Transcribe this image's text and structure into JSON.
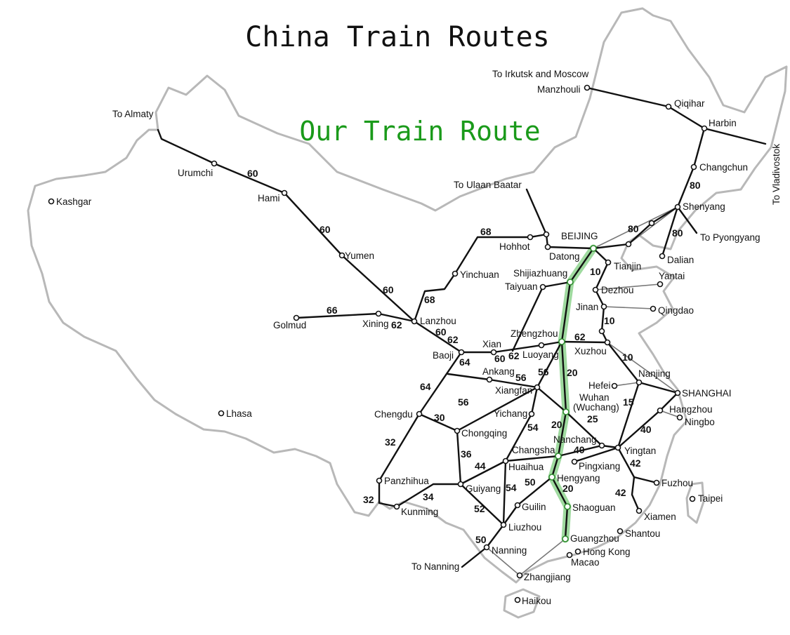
{
  "title": "China Train Routes",
  "subtitle": "Our Train Route",
  "colors": {
    "route_highlight": "#5fc25f",
    "subtitle": "#1a9a1a",
    "border": "#b8b8b8",
    "rail": "#111111"
  },
  "cities": {
    "manzhouli": "Manzhouli",
    "qiqihar": "Qiqihar",
    "harbin": "Harbin",
    "changchun": "Changchun",
    "shenyang": "Shenyang",
    "dalian": "Dalian",
    "beijing": "BEIJING",
    "tianjin": "Tianjin",
    "datong": "Datong",
    "hohhot": "Hohhot",
    "shijiazhuang": "Shijiazhuang",
    "taiyuan": "Taiyuan",
    "dezhou": "Dezhou",
    "jinan": "Jinan",
    "yantai": "Yantai",
    "qingdao": "Qingdao",
    "zhengzhou": "Zhengzhou",
    "luoyang": "Luoyang",
    "xian": "Xian",
    "xuzhou": "Xuzhou",
    "baoji": "Baoji",
    "lanzhou": "Lanzhou",
    "xining": "Xining",
    "golmud": "Golmud",
    "yinchuan": "Yinchuan",
    "yumen": "Yumen",
    "hami": "Hami",
    "urumchi": "Urumchi",
    "kashgar": "Kashgar",
    "lhasa": "Lhasa",
    "nanjing": "Nanjing",
    "shanghai": "SHANGHAI",
    "hefei": "Hefei",
    "hangzhou": "Hangzhou",
    "ningbo": "Ningbo",
    "wuhan": "Wuhan",
    "wuchang": "(Wuchang)",
    "xiangfan": "Xiangfan",
    "ankang": "Ankang",
    "yichang": "Yichang",
    "chongqing": "Chongqing",
    "chengdu": "Chengdu",
    "nanchang": "Nanchang",
    "yingtan": "Yingtan",
    "changsha": "Changsha",
    "pingxiang": "Pingxiang",
    "huaihua": "Huaihua",
    "hengyang": "Hengyang",
    "guiyang": "Guiyang",
    "panzhihua": "Panzhihua",
    "kunming": "Kunming",
    "guilin": "Guilin",
    "liuzhou": "Liuzhou",
    "shaoguan": "Shaoguan",
    "guangzhou": "Guangzhou",
    "hong_kong": "Hong Kong",
    "macao": "Macao",
    "nanning": "Nanning",
    "zhangjiang": "Zhangjiang",
    "haikou": "Haikou",
    "fuzhou": "Fuzhou",
    "xiamen": "Xiamen",
    "shantou": "Shantou",
    "taipei": "Taipei"
  },
  "destinations": {
    "irkutsk": "To Irkutsk and Moscow",
    "almaty": "To Almaty",
    "ulaan_baatar": "To Ulaan Baatar",
    "pyongyang": "To Pyongyang",
    "vladivostok": "To Vladivostok",
    "nanning": "To Nanning"
  },
  "train_numbers": {
    "urumchi_hami": "60",
    "hami_yumen": "60",
    "yumen_lanzhou": "60",
    "golmud_xining": "66",
    "xining": "62",
    "hohhot": "68",
    "yinchuan": "68",
    "lanzhou_60": "60",
    "lanzhou_62": "62",
    "baoji": "64",
    "xian_60": "60",
    "xian_62": "62",
    "zhengzhou_xuzhou": "62",
    "ankang": "56",
    "xiangfan": "56",
    "chengdu_64": "64",
    "chongqing_56": "56",
    "chengdu_chongqing": "30",
    "chengdu_panzhihua": "32",
    "kunming_32": "32",
    "kunming_34": "34",
    "chongqing_guiyang": "36",
    "yichang_54": "54",
    "guiyang_44": "44",
    "huaihua_54": "54",
    "guiyang_liuzhou": "52",
    "hengyang_50": "50",
    "nanning_50": "50",
    "zhengzhou_wuhan": "20",
    "wuhan_changsha": "20",
    "hengyang_guangzhou": "20",
    "wuhan_nanchang": "25",
    "nanchang": "40",
    "yingtan_shanghai": "40",
    "nanjing_15": "15",
    "yingtan_fuzhou": "42",
    "fuzhou_xiamen": "42",
    "beijing_tianjin": "10",
    "jinan_xuzhou": "10",
    "xuzhou_nanjing": "10",
    "changchun_shenyang": "80",
    "shenyang_beijing": "80",
    "shenyang_dalian": "80"
  }
}
